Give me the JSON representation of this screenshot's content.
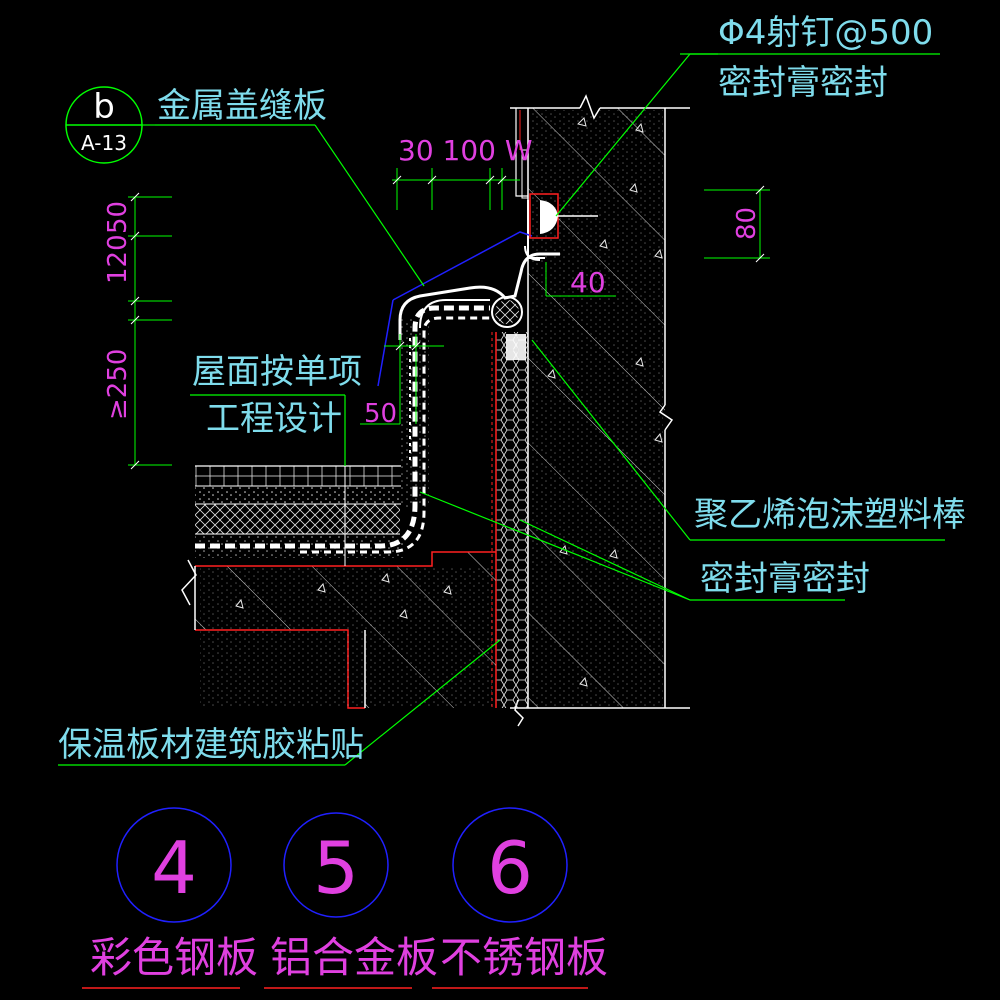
{
  "detail_ref": {
    "letter": "b",
    "sheet": "A-13"
  },
  "labels": {
    "metal_cover_plate": "金属盖缝板",
    "nail": "Φ4射钉@500",
    "seal_top": "密封膏密封",
    "roof_design_1": "屋面按单项",
    "roof_design_2": "工程设计",
    "pe_foam_rod": "聚乙烯泡沫塑料棒",
    "seal_mid": "密封膏密封",
    "insulation_glue": "保温板材建筑胶粘贴"
  },
  "dimensions": {
    "d30_100_w": "30 100 W",
    "d120": "120",
    "d50": "50",
    "d250": "≥250",
    "d50b": "50",
    "d40": "40",
    "d80": "80"
  },
  "options": [
    {
      "number": "4",
      "label": "彩色钢板"
    },
    {
      "number": "5",
      "label": "铝合金板"
    },
    {
      "number": "6",
      "label": "不锈钢板"
    }
  ],
  "colors": {
    "background": "#000000",
    "leader": "#00ff00",
    "text": "#7fdcec",
    "dimension": "#e040e0",
    "structure": "#ffffff",
    "hatch": "#c8c8c8",
    "red_line": "#ff2020",
    "blue_line": "#2020ff"
  }
}
